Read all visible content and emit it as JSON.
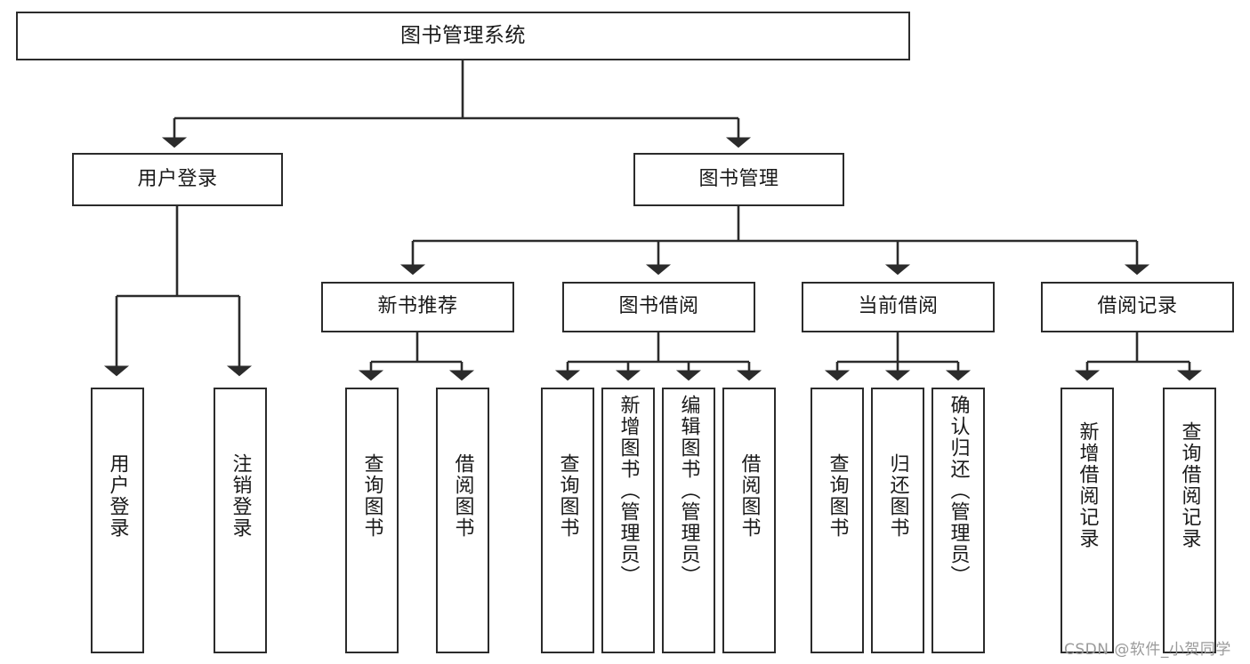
{
  "diagram": {
    "title": "图书管理系统",
    "type": "hierarchy-tree",
    "root": {
      "label": "图书管理系统"
    },
    "level1": [
      {
        "label": "用户登录"
      },
      {
        "label": "图书管理"
      }
    ],
    "level2": [
      {
        "label": "新书推荐"
      },
      {
        "label": "图书借阅"
      },
      {
        "label": "当前借阅"
      },
      {
        "label": "借阅记录"
      }
    ],
    "leaves": {
      "user_login": [
        {
          "label": "用户登录"
        },
        {
          "label": "注销登录"
        }
      ],
      "new_book": [
        {
          "label": "查询图书"
        },
        {
          "label": "借阅图书"
        }
      ],
      "borrow_book": [
        {
          "label": "查询图书"
        },
        {
          "label": "新增图书（管理员）"
        },
        {
          "label": "编辑图书（管理员）"
        },
        {
          "label": "借阅图书"
        }
      ],
      "current_borrow": [
        {
          "label": "查询图书"
        },
        {
          "label": "归还图书"
        },
        {
          "label": "确认归还（管理员）"
        }
      ],
      "borrow_record": [
        {
          "label": "新增借阅记录"
        },
        {
          "label": "查询借阅记录"
        }
      ]
    }
  },
  "watermark": {
    "text": "CSDN @软件_小贺同学"
  },
  "colors": {
    "stroke": "#2b2b2b",
    "background": "#ffffff",
    "text": "#1a1a1a",
    "watermark": "#9a9a9a"
  }
}
